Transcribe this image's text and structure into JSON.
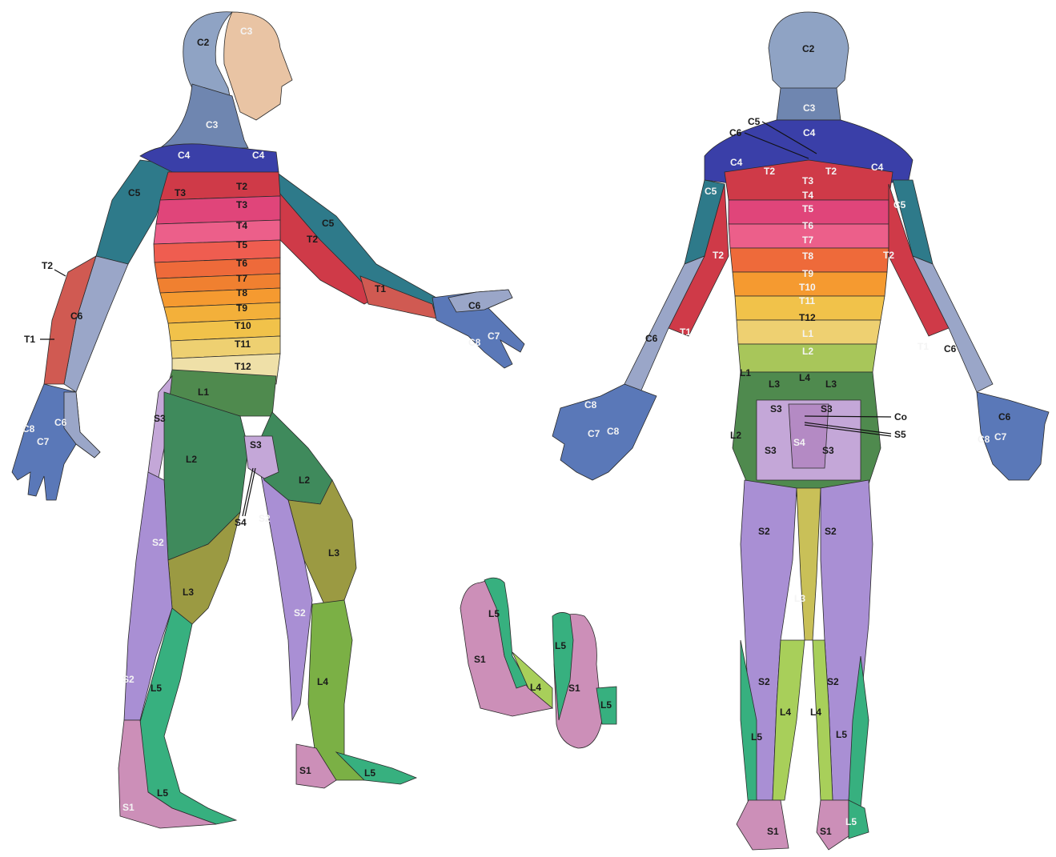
{
  "colors": {
    "C2": "#8fa3c4",
    "C3": "#6f86b0",
    "C4": "#3a3fa8",
    "C5": "#2e7a8a",
    "C6": "#9aa6c8",
    "C7": "#4f6fb0",
    "C8": "#5a78b8",
    "T1": "#d05a52",
    "T2": "#cf3a48",
    "T3": "#e0457a",
    "T4": "#ec5f8a",
    "T5": "#ef5d50",
    "T6": "#ee6a3a",
    "T7": "#f08030",
    "T8": "#f59a30",
    "T9": "#f3b03a",
    "T10": "#f1c24a",
    "T11": "#eed071",
    "T12": "#efe0a8",
    "L1": "#4f8a4e",
    "L2": "#3f8a5c",
    "L3": "#9b9a42",
    "L4": "#7bb045",
    "L5": "#37b07f",
    "S1": "#cc8fb8",
    "S2": "#a98fd4",
    "S3": "#c4a7d8",
    "S4": "#b48ac4",
    "skin": "#e9c4a4"
  },
  "front": {
    "labels": {
      "C2": "C2",
      "C3a": "C3",
      "C3b": "C3",
      "C4a": "C4",
      "C4b": "C4",
      "C5a": "C5",
      "C5b": "C5",
      "T2": "T2",
      "T3a": "T3",
      "T3b": "T3",
      "T4": "T4",
      "T5": "T5",
      "T6": "T6",
      "T7": "T7",
      "T8": "T8",
      "T9": "T9",
      "T10": "T10",
      "T11": "T11",
      "T12": "T12",
      "T2r": "T2",
      "T1r": "T1",
      "T2l": "T2",
      "T1l": "T1",
      "C6l": "C6",
      "C6r": "C6",
      "C6h": "C6",
      "C8l": "C8",
      "C7l": "C7",
      "C7r": "C7",
      "C8r": "C8",
      "L1": "L1",
      "L2a": "L2",
      "L2b": "L2",
      "L3a": "L3",
      "L3b": "L3",
      "S3a": "S3",
      "S3b": "S3",
      "S4": "S4",
      "S2a": "S2",
      "S2b": "S2",
      "S2c": "S2",
      "S2d": "S2",
      "L4": "L4",
      "L5a": "L5",
      "L5b": "L5",
      "L5c": "L5",
      "S1a": "S1",
      "S1b": "S1"
    }
  },
  "back": {
    "labels": {
      "C2": "C2",
      "C3": "C3",
      "C4": "C4",
      "C4l": "C4",
      "C4r": "C4",
      "C5lead": "C5",
      "C6lead": "C6",
      "C5l": "C5",
      "C5r": "C5",
      "T2a": "T2",
      "T2b": "T2",
      "T2l": "T2",
      "T2r": "T2",
      "T3": "T3",
      "T4": "T4",
      "T5": "T5",
      "T6": "T6",
      "T7": "T7",
      "T8": "T8",
      "T9": "T9",
      "T10": "T10",
      "T11": "T11",
      "T12": "T12",
      "L1a": "L1",
      "L2a": "L2",
      "L1b": "L1",
      "L3a": "L3",
      "L4": "L4",
      "L3b": "L3",
      "S3a": "S3",
      "S3b": "S3",
      "S3c": "S3",
      "S3d": "S3",
      "S4": "S4",
      "Co": "Co",
      "S5": "S5",
      "L2b": "L2",
      "C6l": "C6",
      "T1l": "T1",
      "T1r": "T1",
      "C6r": "C6",
      "C8l": "C8",
      "C7l": "C7",
      "C8l2": "C8",
      "C8r": "C8",
      "C7r": "C7",
      "C6h": "C6",
      "S2a": "S2",
      "S2b": "S2",
      "L3c": "L3",
      "S2c": "S2",
      "S2d": "S2",
      "L4a": "L4",
      "L4b": "L4",
      "L5a": "L5",
      "L5b": "L5",
      "L5c": "L5",
      "S1a": "S1",
      "S1b": "S1"
    }
  },
  "feet": {
    "labels": {
      "L5a": "L5",
      "S1a": "S1",
      "L4": "L4",
      "L5b": "L5",
      "S1b": "S1",
      "L5c": "L5"
    }
  }
}
